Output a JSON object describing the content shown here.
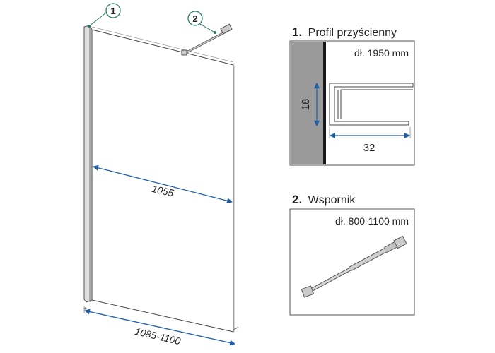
{
  "callouts": {
    "c1": "1",
    "c2": "2"
  },
  "dimensions": {
    "glass_width": "1055",
    "total_width": "1085-1100"
  },
  "profile": {
    "number": "1.",
    "title": "Profil przyścienny",
    "length": "dł. 1950 mm",
    "dim_height": "18",
    "dim_width": "32"
  },
  "bracket": {
    "number": "2.",
    "title": "Wspornik",
    "length": "dł. 800-1100 mm"
  },
  "colors": {
    "dimension_line": "#1f5fa8",
    "callout_stroke": "#2a7a6a",
    "wall_fill": "#9a9a9a",
    "frame_stroke": "#555555"
  }
}
